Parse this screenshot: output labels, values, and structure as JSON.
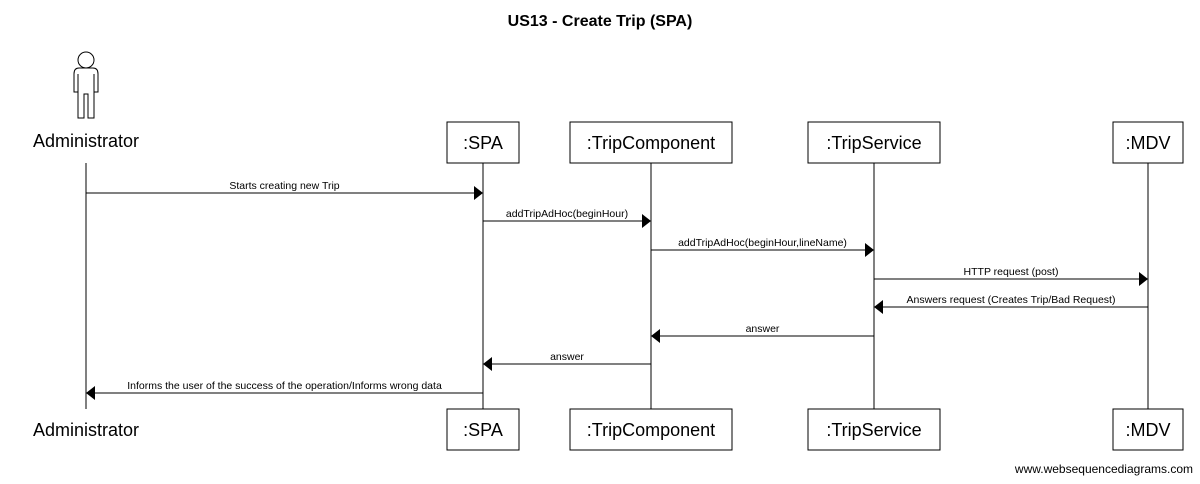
{
  "diagram": {
    "title": "US13 - Create Trip (SPA)",
    "participants": [
      {
        "id": "admin",
        "label": "Administrator",
        "kind": "actor"
      },
      {
        "id": "spa",
        "label": ":SPA",
        "kind": "box"
      },
      {
        "id": "tripcomp",
        "label": ":TripComponent",
        "kind": "box"
      },
      {
        "id": "tripsvc",
        "label": ":TripService",
        "kind": "box"
      },
      {
        "id": "mdv",
        "label": ":MDV",
        "kind": "box"
      }
    ],
    "messages": [
      {
        "from": "admin",
        "to": "spa",
        "label": "Starts creating new Trip"
      },
      {
        "from": "spa",
        "to": "tripcomp",
        "label": "addTripAdHoc(beginHour)"
      },
      {
        "from": "tripcomp",
        "to": "tripsvc",
        "label": "addTripAdHoc(beginHour,lineName)"
      },
      {
        "from": "tripsvc",
        "to": "mdv",
        "label": "HTTP request (post)"
      },
      {
        "from": "mdv",
        "to": "tripsvc",
        "label": "Answers request (Creates Trip/Bad Request)"
      },
      {
        "from": "tripsvc",
        "to": "tripcomp",
        "label": "answer"
      },
      {
        "from": "tripcomp",
        "to": "spa",
        "label": "answer"
      },
      {
        "from": "spa",
        "to": "admin",
        "label": "Informs the user of the success of the operation/Informs wrong data"
      }
    ],
    "watermark": "www.websequencediagrams.com"
  }
}
